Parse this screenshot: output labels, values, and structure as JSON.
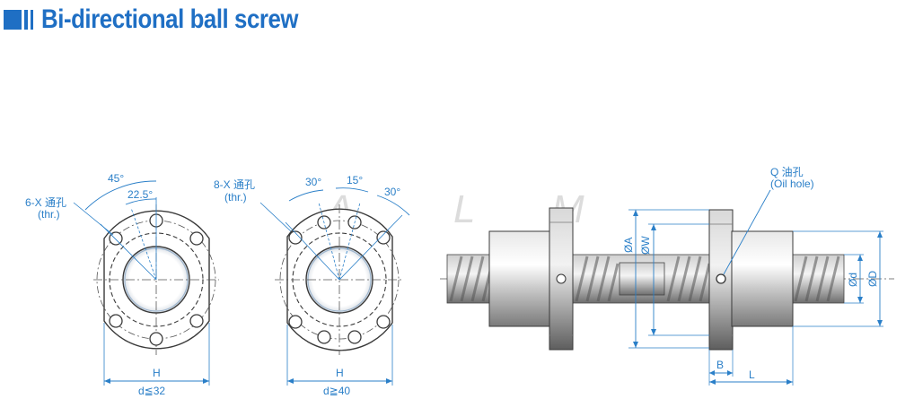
{
  "header": {
    "title": "Bi-directional ball screw"
  },
  "watermark": {
    "letters": [
      "A",
      "L",
      "M"
    ]
  },
  "view1": {
    "angle_top": "45°",
    "angle_small": "22.5°",
    "hole_label": "6-X 通孔",
    "hole_sub": "(thr.)",
    "width_label": "H",
    "condition": "d≦32"
  },
  "view2": {
    "angle_a": "30°",
    "angle_b": "15°",
    "angle_c": "30°",
    "hole_label": "8-X 通孔",
    "hole_sub": "(thr.)",
    "width_label": "H",
    "condition": "d≧40"
  },
  "side_view": {
    "oil_label": "Q 油孔",
    "oil_sub": "(Oil hole)",
    "dim_A": "ØA",
    "dim_W": "ØW",
    "dim_d": "Ød",
    "dim_D": "ØD",
    "dim_B": "B",
    "dim_L": "L"
  },
  "colors": {
    "accent": "#1f6fc4",
    "dimension": "#2a7fc8"
  }
}
